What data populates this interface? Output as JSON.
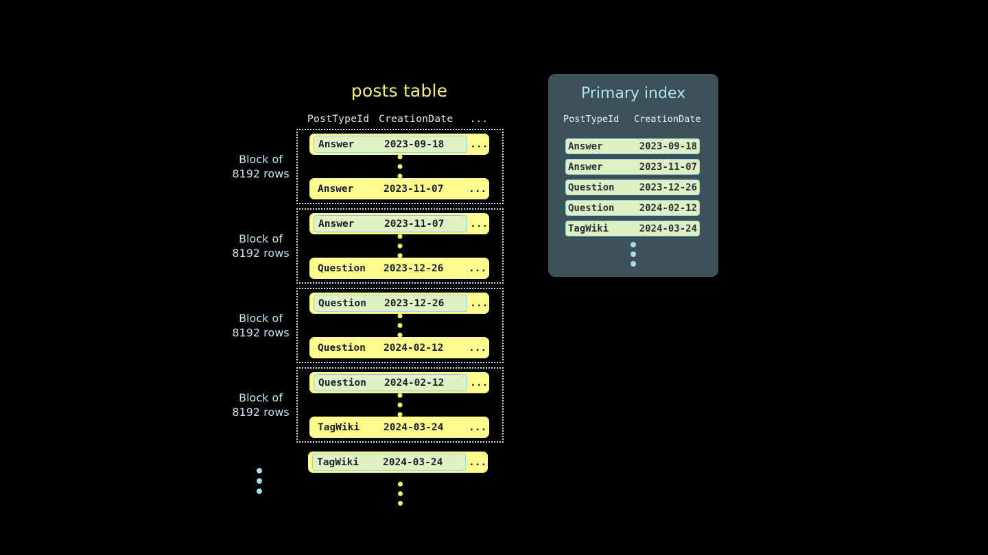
{
  "posts_table": {
    "title": "posts table",
    "headers": {
      "post_type_id": "PostTypeId",
      "creation_date": "CreationDate",
      "more": "..."
    },
    "block_label": "Block of\n8192 rows",
    "blocks": [
      {
        "label": "Block of\n8192 rows",
        "top_row": {
          "post_type_id": "Answer",
          "creation_date": "2023-09-18",
          "more": "...",
          "highlighted": true
        },
        "bottom_row": {
          "post_type_id": "Answer",
          "creation_date": "2023-11-07",
          "more": "...",
          "highlighted": false
        }
      },
      {
        "label": "Block of\n8192 rows",
        "top_row": {
          "post_type_id": "Answer",
          "creation_date": "2023-11-07",
          "more": "...",
          "highlighted": true
        },
        "bottom_row": {
          "post_type_id": "Question",
          "creation_date": "2023-12-26",
          "more": "...",
          "highlighted": false
        }
      },
      {
        "label": "Block of\n8192 rows",
        "top_row": {
          "post_type_id": "Question",
          "creation_date": "2023-12-26",
          "more": "...",
          "highlighted": true
        },
        "bottom_row": {
          "post_type_id": "Question",
          "creation_date": "2024-02-12",
          "more": "...",
          "highlighted": false
        }
      },
      {
        "label": "Block of\n8192 rows",
        "top_row": {
          "post_type_id": "Question",
          "creation_date": "2024-02-12",
          "more": "...",
          "highlighted": true
        },
        "bottom_row": {
          "post_type_id": "TagWiki",
          "creation_date": "2024-03-24",
          "more": "...",
          "highlighted": false
        }
      }
    ],
    "trailing_row": {
      "post_type_id": "TagWiki",
      "creation_date": "2024-03-24",
      "more": "...",
      "highlighted": true
    }
  },
  "primary_index": {
    "title": "Primary index",
    "headers": {
      "post_type_id": "PostTypeId",
      "creation_date": "CreationDate"
    },
    "rows": [
      {
        "post_type_id": "Answer",
        "creation_date": "2023-09-18"
      },
      {
        "post_type_id": "Answer",
        "creation_date": "2023-11-07"
      },
      {
        "post_type_id": "Question",
        "creation_date": "2023-12-26"
      },
      {
        "post_type_id": "Question",
        "creation_date": "2024-02-12"
      },
      {
        "post_type_id": "TagWiki",
        "creation_date": "2024-03-24"
      }
    ]
  },
  "colors": {
    "background": "#000000",
    "row_yellow": "#fbfb8e",
    "highlight_green": "#e2f0c6",
    "highlight_border": "#8ad6e8",
    "accent_blue": "#bfe7f2",
    "title_yellow": "#f2f27a",
    "panel_slate": "#3d5159",
    "dot_yellow": "#f7f76e",
    "dot_blue": "#a6e0f0",
    "text_dark": "#18202a"
  }
}
